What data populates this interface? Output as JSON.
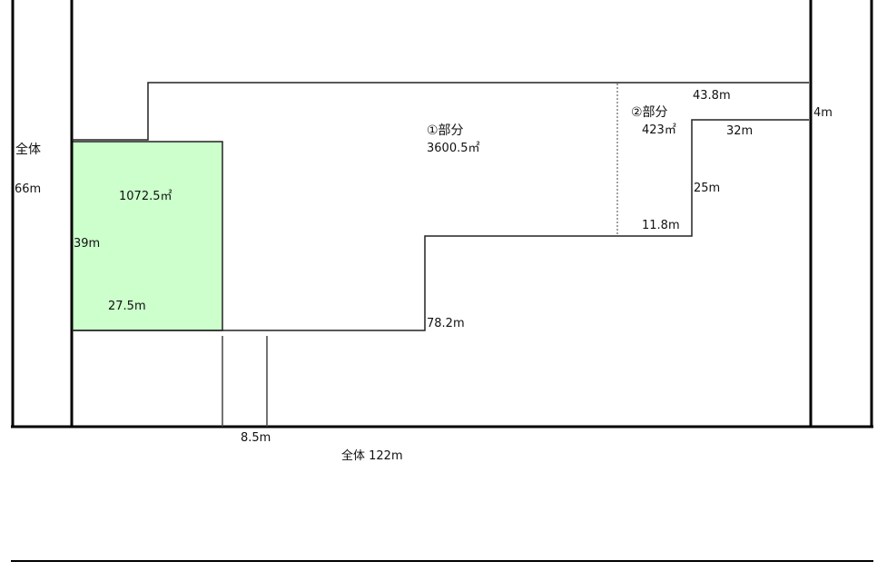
{
  "whole_label": "全体",
  "whole_height": "66m",
  "whole_width_label": "全体 122m",
  "green_area": "1072.5㎡",
  "green_height": "39m",
  "green_width": "27.5m",
  "part1": {
    "label": "①部分",
    "area": "3600.5㎡"
  },
  "part2": {
    "label": "②部分",
    "area": "423㎡"
  },
  "dim_78_2": "78.2m",
  "dim_43_8": "43.8m",
  "dim_4": "4m",
  "dim_32": "32m",
  "dim_25": "25m",
  "dim_11_8": "11.8m",
  "dim_8_5": "8.5m",
  "colors": {
    "green": "#ccffcc",
    "line": "#222222"
  }
}
